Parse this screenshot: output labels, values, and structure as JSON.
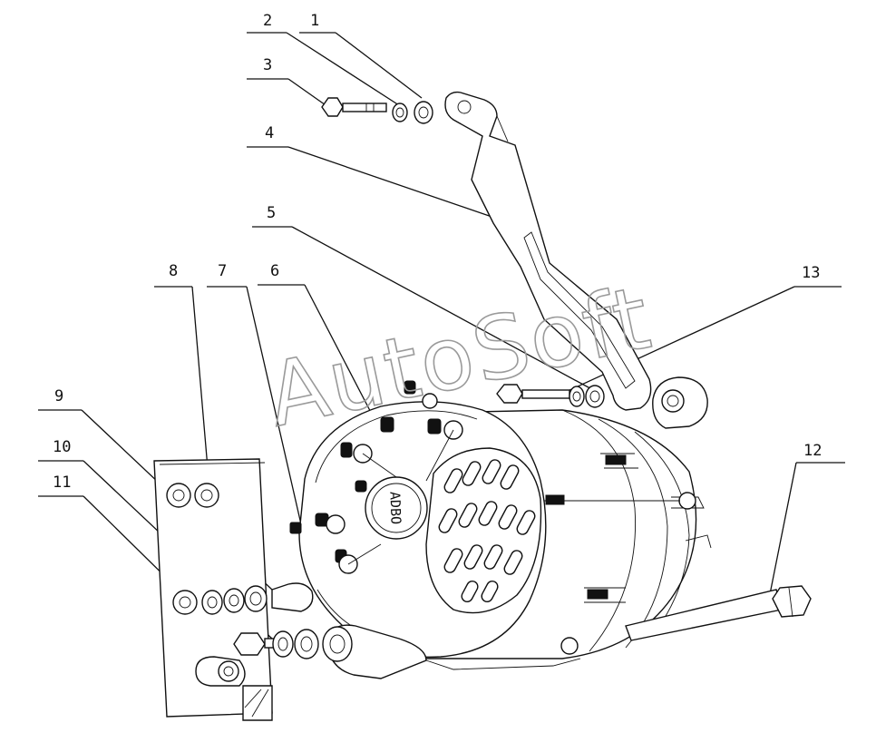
{
  "watermark": "AutoSoft",
  "center_cap_label": "ADBO",
  "callouts": [
    {
      "id": "callout-1",
      "label": "1"
    },
    {
      "id": "callout-2",
      "label": "2"
    },
    {
      "id": "callout-3",
      "label": "3"
    },
    {
      "id": "callout-4",
      "label": "4"
    },
    {
      "id": "callout-5",
      "label": "5"
    },
    {
      "id": "callout-6",
      "label": "6"
    },
    {
      "id": "callout-7",
      "label": "7"
    },
    {
      "id": "callout-8",
      "label": "8"
    },
    {
      "id": "callout-9",
      "label": "9"
    },
    {
      "id": "callout-10",
      "label": "10"
    },
    {
      "id": "callout-11",
      "label": "11"
    },
    {
      "id": "callout-12",
      "label": "12"
    },
    {
      "id": "callout-13",
      "label": "13"
    }
  ]
}
